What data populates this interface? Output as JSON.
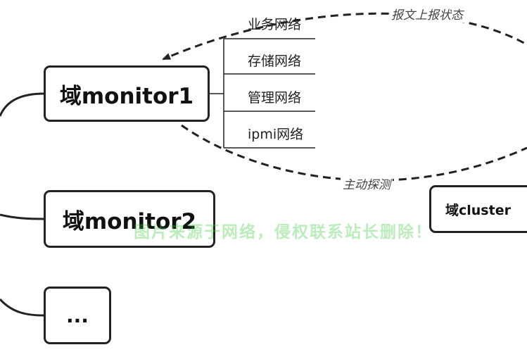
{
  "nodes": {
    "monitor1": "域monitor1",
    "monitor2": "域monitor2",
    "monitor3": "...",
    "cluster": "域cluster"
  },
  "networks": [
    "业务网络",
    "存储网络",
    "管理网络",
    "ipmi网络"
  ],
  "edges": {
    "report_status": "报文上报状态",
    "active_probe": "主动探测"
  },
  "watermark": "图片来源于网络，侵权联系站长删除！"
}
